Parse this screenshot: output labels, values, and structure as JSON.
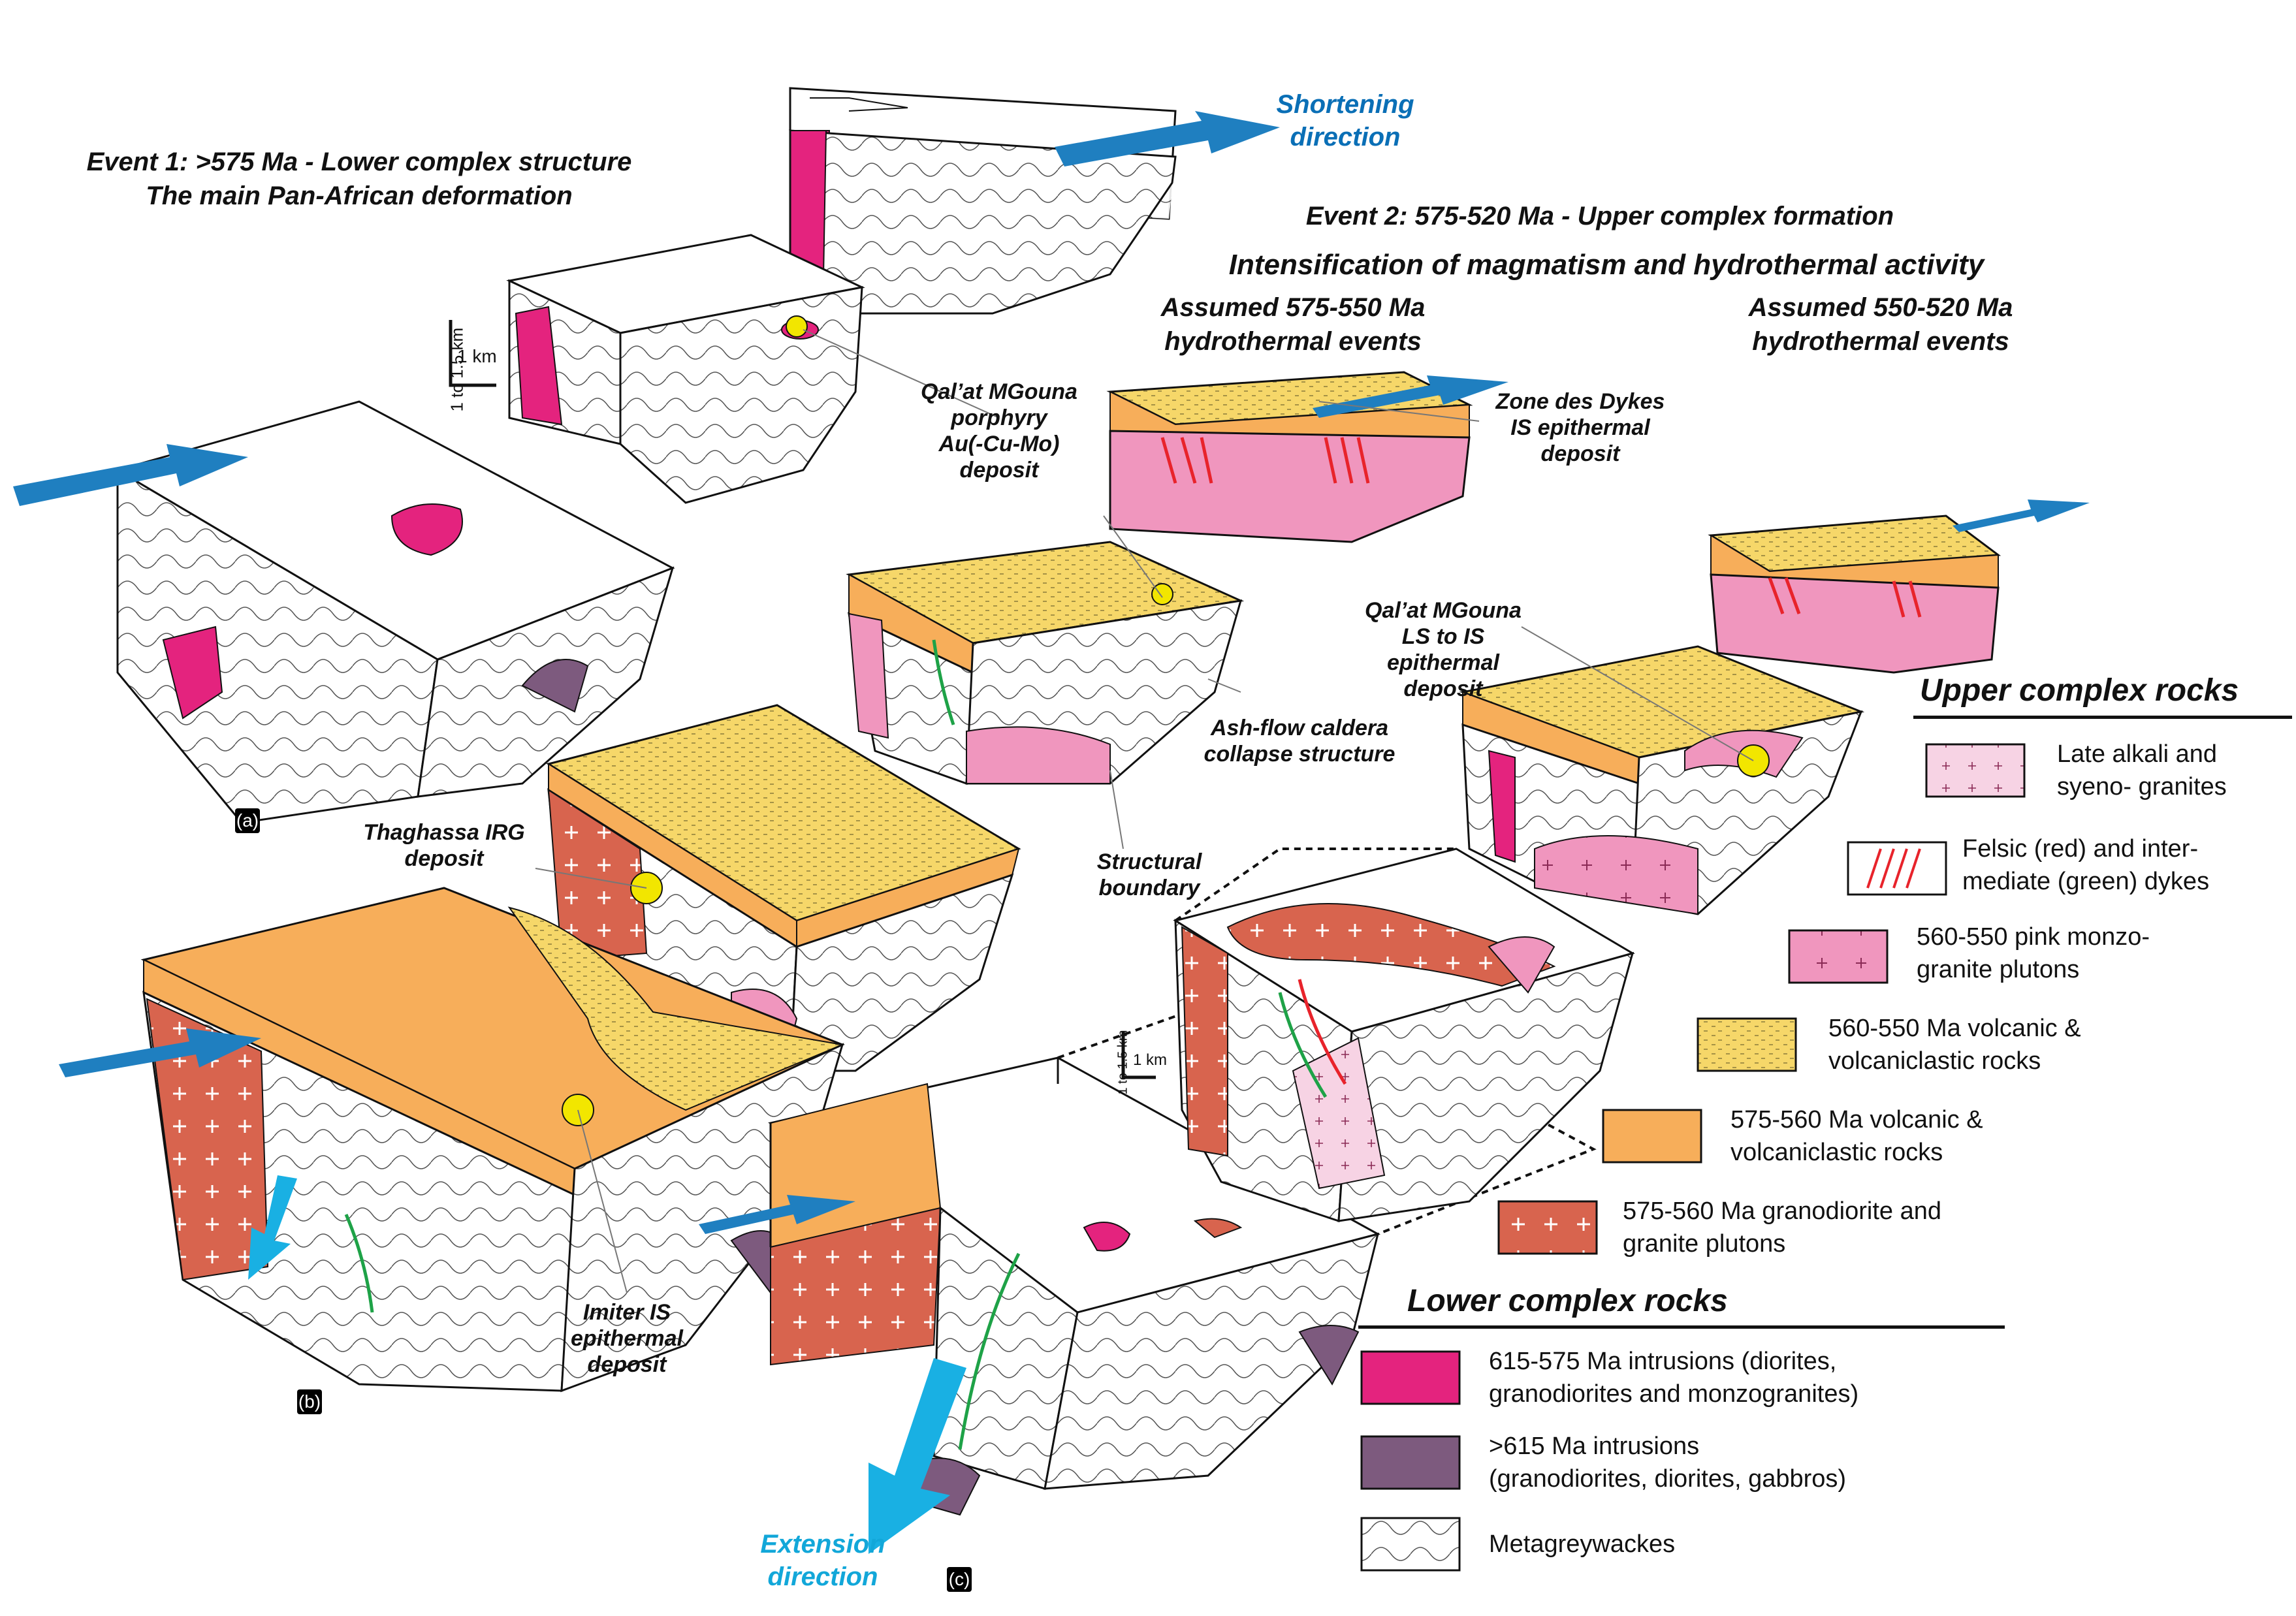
{
  "event1": {
    "title_line1": "Event 1: >575 Ma - Lower complex structure",
    "title_line2": "The main Pan-African deformation"
  },
  "shortening": {
    "line1": "Shortening",
    "line2": "direction"
  },
  "event2": {
    "title": "Event 2: 575-520 Ma - Upper complex formation",
    "subtitle": "Intensification of magmatism and hydrothermal activity",
    "col_left_line1": "Assumed 575-550 Ma",
    "col_left_line2": "hydrothermal events",
    "col_right_line1": "Assumed 550-520 Ma",
    "col_right_line2": "hydrothermal events"
  },
  "scale": {
    "vertical": "1 to 1.5 km",
    "horizontal": "1 km"
  },
  "deposits": {
    "qalat_porphyry": [
      "Qal’at MGouna",
      "porphyry",
      "Au(-Cu-Mo)",
      "deposit"
    ],
    "zone_dykes": [
      "Zone des Dykes",
      "IS epithermal",
      "deposit"
    ],
    "qalat_ls": [
      "Qal’at MGouna",
      "LS to IS",
      "epithermal",
      "deposit"
    ],
    "thaghassa": [
      "Thaghassa IRG",
      "deposit"
    ],
    "imiter": [
      "Imiter IS",
      "epithermal",
      "deposit"
    ]
  },
  "structures": {
    "caldera": [
      "Ash-flow caldera",
      "collapse structure"
    ],
    "boundary": [
      "Structural",
      "boundary"
    ]
  },
  "extension": {
    "line1": "Extension",
    "line2": "direction"
  },
  "panels": {
    "a": "(a)",
    "b": "(b)",
    "c": "(c)"
  },
  "legend": {
    "upper_heading": "Upper complex rocks",
    "lower_heading": "Lower complex rocks",
    "items": [
      {
        "line1": "Late alkali and",
        "line2": "syeno- granites",
        "color": "#f7d3e4",
        "symbol": "plus"
      },
      {
        "line1": "Felsic (red) and inter-",
        "line2": "mediate (green) dykes",
        "color": "#ffffff",
        "symbol": "dykes"
      },
      {
        "line1": "560-550 pink monzo-",
        "line2": "granite plutons",
        "color": "#f096be",
        "symbol": "plus"
      },
      {
        "line1": "560-550 Ma volcanic &",
        "line2": "volcaniclastic rocks",
        "color": "#f6d769",
        "symbol": "dots"
      },
      {
        "line1": "575-560 Ma volcanic &",
        "line2": "volcaniclastic rocks",
        "color": "#f7ae5a",
        "symbol": "none"
      },
      {
        "line1": "575-560 Ma granodiorite and",
        "line2": "granite plutons",
        "color": "#d8644e",
        "symbol": "pluswhite"
      },
      {
        "line1": "615-575 Ma intrusions (diorites,",
        "line2": "granodiorites and monzogranites)",
        "color": "#e4237e",
        "symbol": "cross"
      },
      {
        "line1": ">615 Ma intrusions",
        "line2": "(granodiorites, diorites, gabbros)",
        "color": "#7d5a7e",
        "symbol": "cross"
      },
      {
        "line1": "Metagreywackes",
        "line2": "",
        "color": "#ffffff",
        "symbol": "waves"
      }
    ]
  },
  "colors": {
    "yellow_volcanic": "#f6d769",
    "orange_volcanic": "#f7ae5a",
    "red_granodiorite": "#d8644e",
    "magenta_intrusion": "#e4237e",
    "purple_intrusion": "#7d5a7e",
    "pink_monzogranite": "#f096be",
    "light_pink_granite": "#f7d3e4",
    "arrow_blue": "#1f7fc0",
    "arrow_cyan": "#19b0e3"
  }
}
